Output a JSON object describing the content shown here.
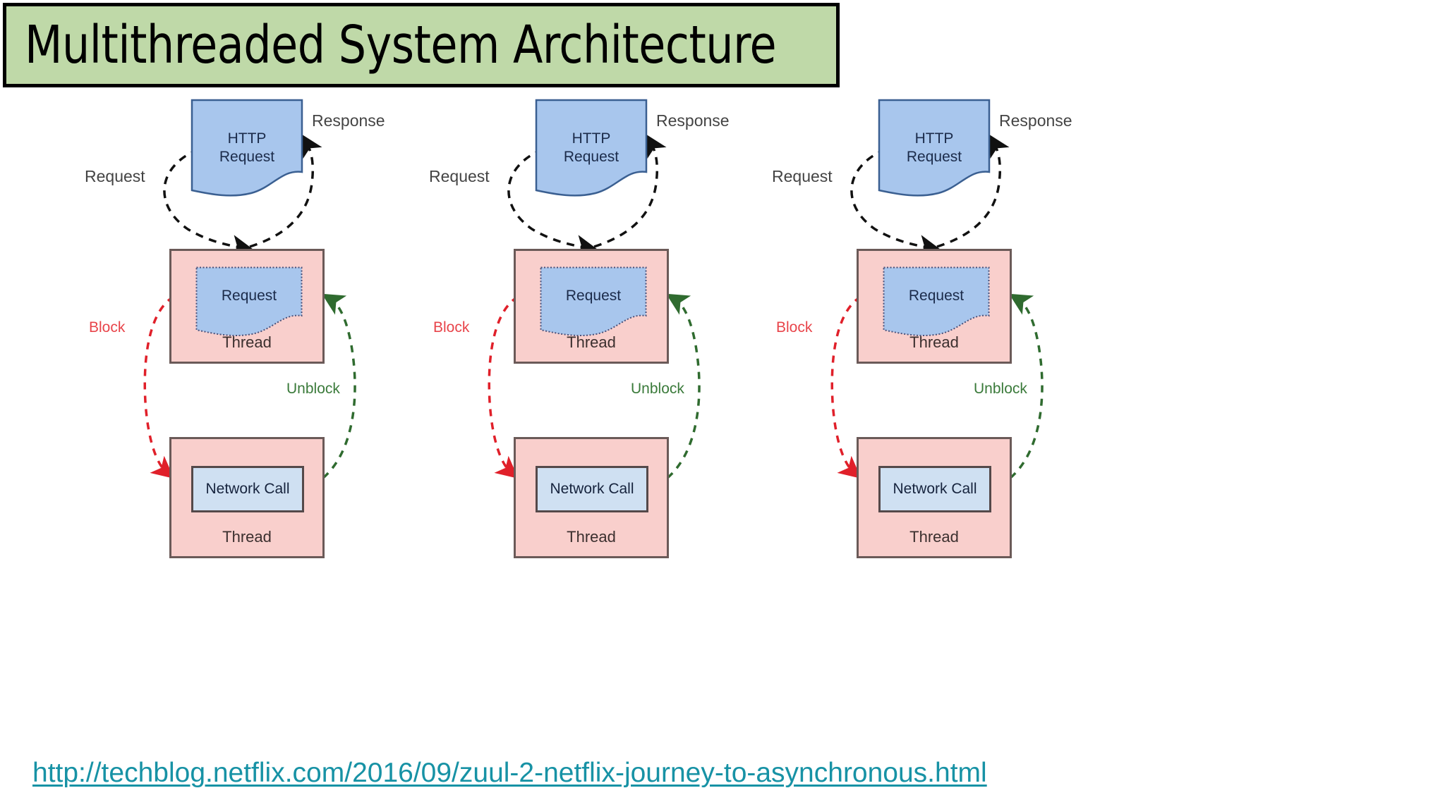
{
  "slide": {
    "title": "Multithreaded System Architecture",
    "title_bg": "#bfd9a8",
    "title_border": "#000000",
    "background": "#ffffff"
  },
  "diagram": {
    "type": "architecture-flow",
    "column_count": 3,
    "colors": {
      "http_doc_fill": "#a8c6ed",
      "http_doc_stroke": "#3a5f91",
      "thread_fill": "#f9cfcc",
      "thread_stroke": "#6b5a58",
      "inner_request_fill": "#a8c6ed",
      "inner_request_stroke": "#49517a",
      "network_call_fill": "#cfe0f2",
      "network_call_stroke": "#54494a",
      "request_arrow": "#111111",
      "response_arrow": "#111111",
      "block_arrow": "#e0202a",
      "unblock_arrow": "#2f6b2f",
      "block_label": "#e8444a",
      "unblock_label": "#3a7a3a",
      "label_text": "#444444"
    },
    "columns": [
      {
        "id": "column-1",
        "http_doc": {
          "line1": "HTTP",
          "line2": "Request"
        },
        "request_label": "Request",
        "response_label": "Response",
        "block_label": "Block",
        "unblock_label": "Unblock",
        "upper_thread": {
          "inner_label": "Request",
          "caption": "Thread"
        },
        "lower_thread": {
          "inner_label": "Network Call",
          "caption": "Thread"
        }
      },
      {
        "id": "column-2",
        "http_doc": {
          "line1": "HTTP",
          "line2": "Request"
        },
        "request_label": "Request",
        "response_label": "Response",
        "block_label": "Block",
        "unblock_label": "Unblock",
        "upper_thread": {
          "inner_label": "Request",
          "caption": "Thread"
        },
        "lower_thread": {
          "inner_label": "Network Call",
          "caption": "Thread"
        }
      },
      {
        "id": "column-3",
        "http_doc": {
          "line1": "HTTP",
          "line2": "Request"
        },
        "request_label": "Request",
        "response_label": "Response",
        "block_label": "Block",
        "unblock_label": "Unblock",
        "upper_thread": {
          "inner_label": "Request",
          "caption": "Thread"
        },
        "lower_thread": {
          "inner_label": "Network Call",
          "caption": "Thread"
        }
      }
    ]
  },
  "source": {
    "url_text": "http://techblog.netflix.com/2016/09/zuul-2-netflix-journey-to-asynchronous.html",
    "color": "#1792a5"
  }
}
